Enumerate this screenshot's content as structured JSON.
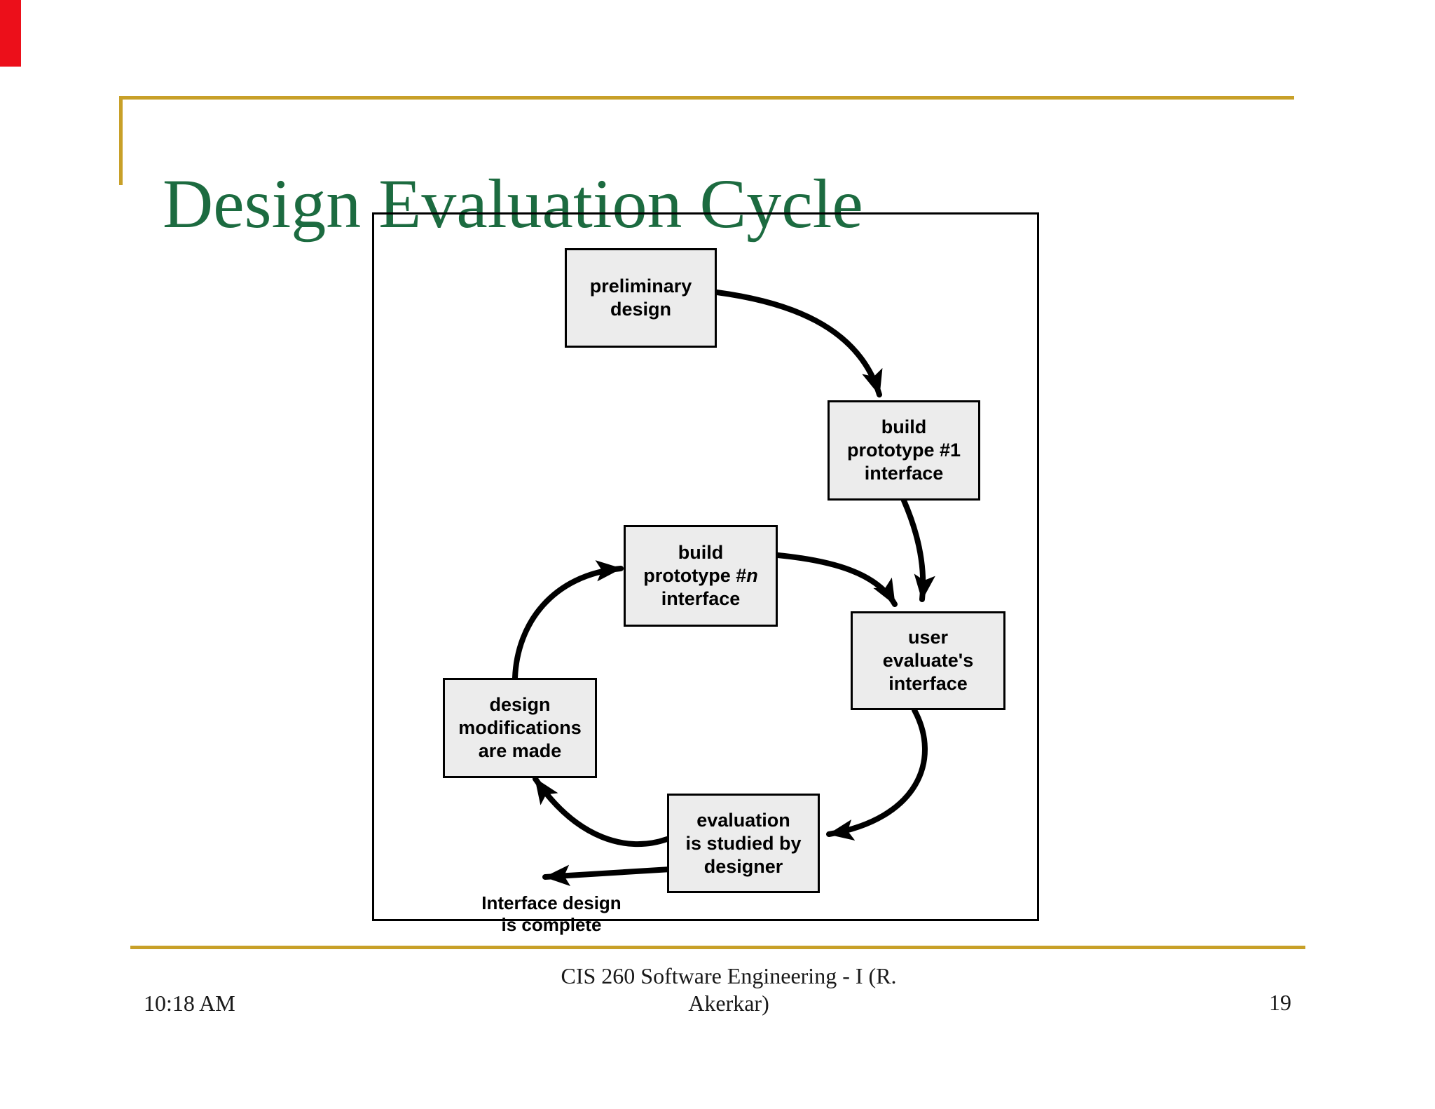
{
  "slide": {
    "title": "Design Evaluation Cycle",
    "colors": {
      "title_green": "#1c6b40",
      "accent_gold": "#c8a028",
      "box_fill": "#ececec",
      "line_black": "#000000",
      "red_accent": "#ec0f1a"
    },
    "diagram": {
      "nodes": [
        {
          "id": "preliminary",
          "lines": [
            "preliminary",
            "design"
          ]
        },
        {
          "id": "build1",
          "lines": [
            "build",
            "prototype #1",
            "interface"
          ]
        },
        {
          "id": "buildn",
          "lines": [
            "build",
            "prototype #",
            "interface"
          ],
          "italic_n": "n"
        },
        {
          "id": "user",
          "lines": [
            "user",
            "evaluate's",
            "interface"
          ]
        },
        {
          "id": "mods",
          "lines": [
            "design",
            "modifications",
            "are made"
          ]
        },
        {
          "id": "eval",
          "lines": [
            "evaluation",
            "is studied by",
            "designer"
          ]
        }
      ],
      "exit_label": {
        "line1": "Interface design",
        "line2": "is complete"
      }
    },
    "footer": {
      "time": "10:18 AM",
      "course_line1": "CIS 260 Software Engineering - I (R.",
      "course_line2": "Akerkar)",
      "page_number": "19"
    }
  }
}
